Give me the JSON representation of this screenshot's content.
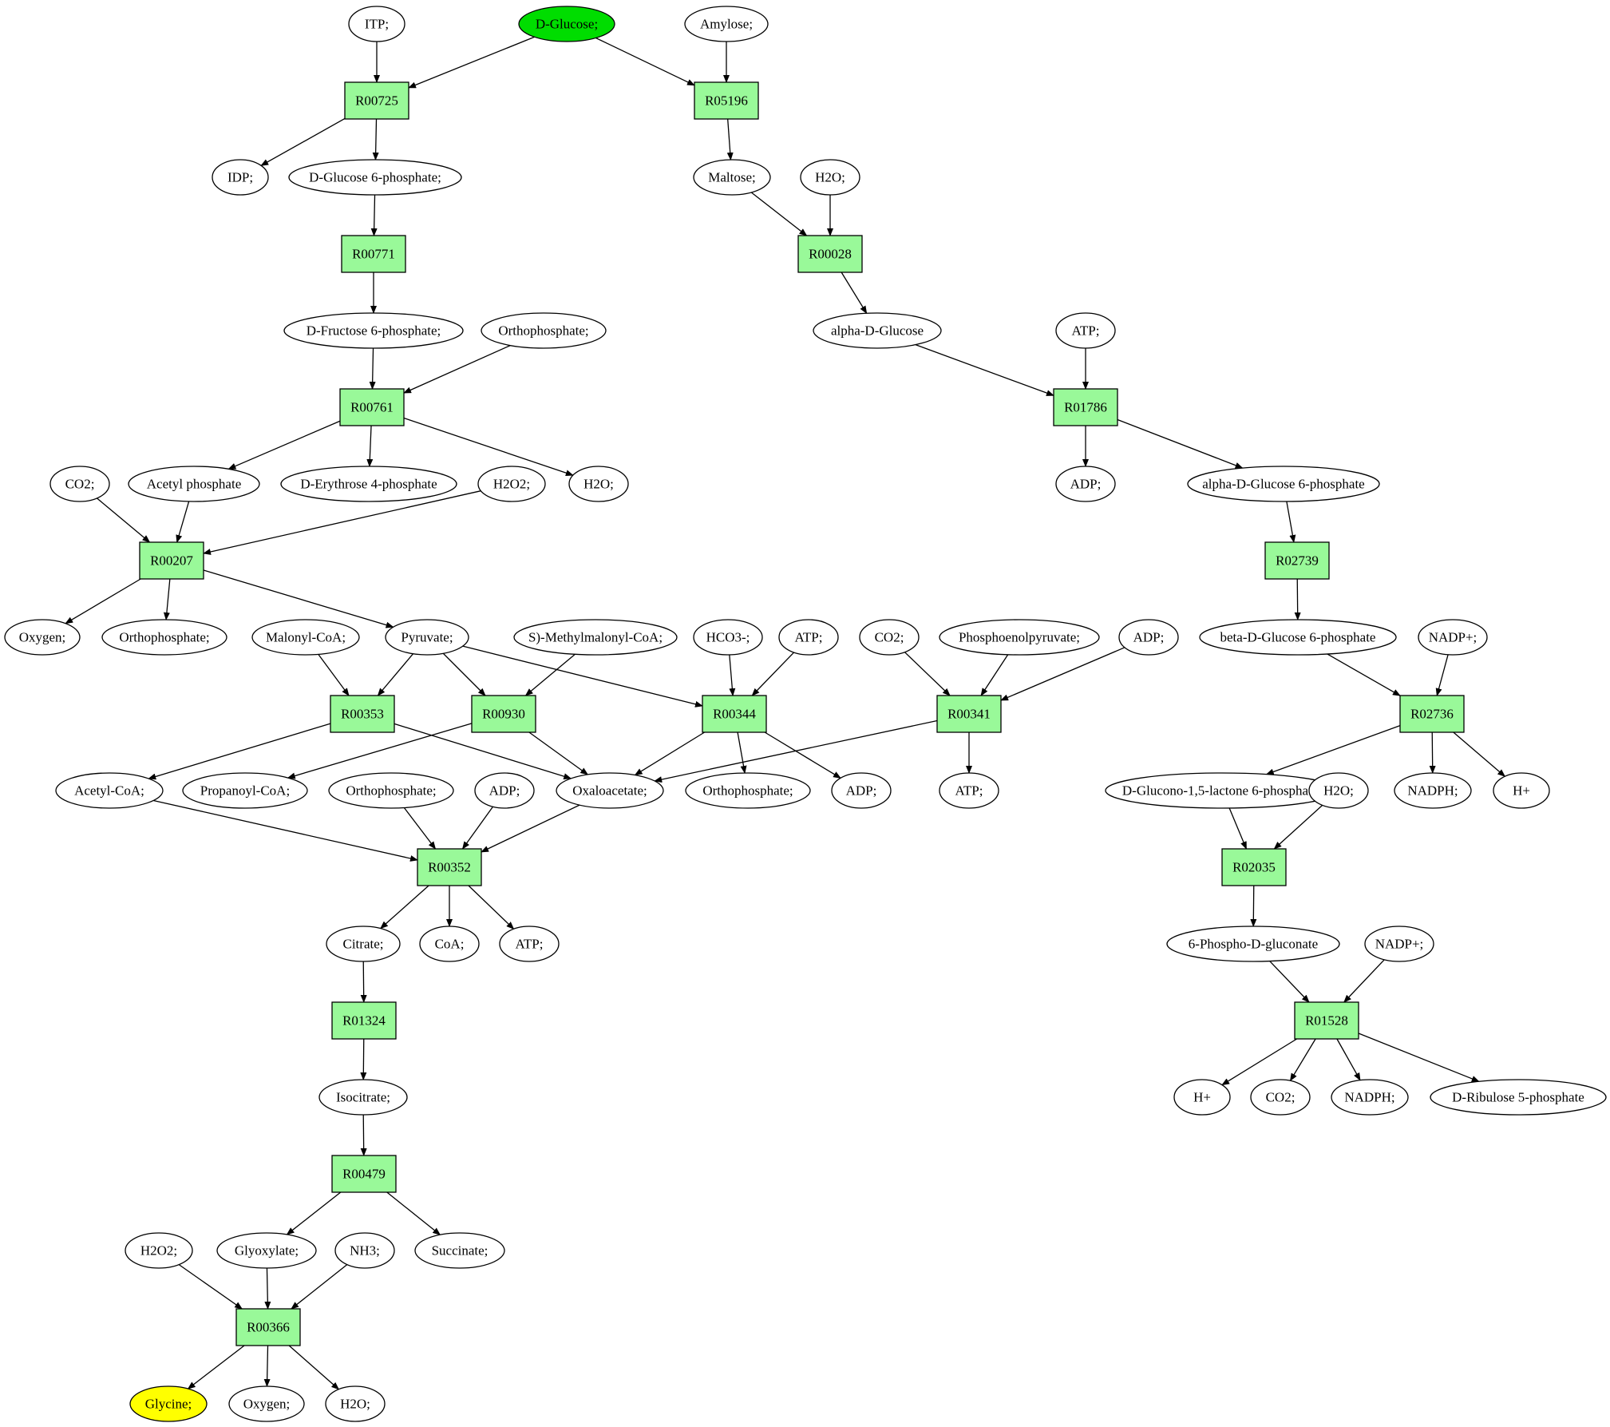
{
  "colors": {
    "start": "#00dd00",
    "target": "#ffff00",
    "reaction": "#99f999",
    "compound": "#ffffff",
    "stroke": "#000000"
  },
  "nodes": [
    {
      "id": "itp",
      "label": "ITP;",
      "kind": "compound"
    },
    {
      "id": "dglucose",
      "label": "D-Glucose;",
      "kind": "start"
    },
    {
      "id": "amylose",
      "label": "Amylose;",
      "kind": "compound"
    },
    {
      "id": "r00725",
      "label": "R00725",
      "kind": "reaction"
    },
    {
      "id": "r05196",
      "label": "R05196",
      "kind": "reaction"
    },
    {
      "id": "idp",
      "label": "IDP;",
      "kind": "compound"
    },
    {
      "id": "g6p",
      "label": "D-Glucose 6-phosphate;",
      "kind": "compound"
    },
    {
      "id": "maltose",
      "label": "Maltose;",
      "kind": "compound"
    },
    {
      "id": "h2o_a",
      "label": "H2O;",
      "kind": "compound"
    },
    {
      "id": "r00771",
      "label": "R00771",
      "kind": "reaction"
    },
    {
      "id": "r00028",
      "label": "R00028",
      "kind": "reaction"
    },
    {
      "id": "f6p",
      "label": "D-Fructose 6-phosphate;",
      "kind": "compound"
    },
    {
      "id": "orthop_a",
      "label": "Orthophosphate;",
      "kind": "compound"
    },
    {
      "id": "adglucose",
      "label": "alpha-D-Glucose",
      "kind": "compound"
    },
    {
      "id": "atp_a",
      "label": "ATP;",
      "kind": "compound"
    },
    {
      "id": "r00761",
      "label": "R00761",
      "kind": "reaction"
    },
    {
      "id": "r01786",
      "label": "R01786",
      "kind": "reaction"
    },
    {
      "id": "co2_a",
      "label": "CO2;",
      "kind": "compound"
    },
    {
      "id": "acetylp",
      "label": "Acetyl phosphate",
      "kind": "compound"
    },
    {
      "id": "e4p",
      "label": "D-Erythrose 4-phosphate",
      "kind": "compound"
    },
    {
      "id": "h2o2_a",
      "label": "H2O2;",
      "kind": "compound"
    },
    {
      "id": "h2o_b",
      "label": "H2O;",
      "kind": "compound"
    },
    {
      "id": "adp_a",
      "label": "ADP;",
      "kind": "compound"
    },
    {
      "id": "ag6p",
      "label": "alpha-D-Glucose 6-phosphate",
      "kind": "compound"
    },
    {
      "id": "r00207",
      "label": "R00207",
      "kind": "reaction"
    },
    {
      "id": "r02739",
      "label": "R02739",
      "kind": "reaction"
    },
    {
      "id": "oxygen_a",
      "label": "Oxygen;",
      "kind": "compound"
    },
    {
      "id": "orthop_b",
      "label": "Orthophosphate;",
      "kind": "compound"
    },
    {
      "id": "malonylcoa",
      "label": "Malonyl-CoA;",
      "kind": "compound"
    },
    {
      "id": "pyruvate",
      "label": "Pyruvate;",
      "kind": "compound"
    },
    {
      "id": "smethyl",
      "label": "S)-Methylmalonyl-CoA;",
      "kind": "compound"
    },
    {
      "id": "hco3",
      "label": "HCO3-;",
      "kind": "compound"
    },
    {
      "id": "atp_b",
      "label": "ATP;",
      "kind": "compound"
    },
    {
      "id": "co2_b",
      "label": "CO2;",
      "kind": "compound"
    },
    {
      "id": "pep",
      "label": "Phosphoenolpyruvate;",
      "kind": "compound"
    },
    {
      "id": "adp_b",
      "label": "ADP;",
      "kind": "compound"
    },
    {
      "id": "bg6p",
      "label": "beta-D-Glucose 6-phosphate",
      "kind": "compound"
    },
    {
      "id": "nadp_a",
      "label": "NADP+;",
      "kind": "compound"
    },
    {
      "id": "r00353",
      "label": "R00353",
      "kind": "reaction"
    },
    {
      "id": "r00930",
      "label": "R00930",
      "kind": "reaction"
    },
    {
      "id": "r00344",
      "label": "R00344",
      "kind": "reaction"
    },
    {
      "id": "r00341",
      "label": "R00341",
      "kind": "reaction"
    },
    {
      "id": "r02736",
      "label": "R02736",
      "kind": "reaction"
    },
    {
      "id": "acetylcoa",
      "label": "Acetyl-CoA;",
      "kind": "compound"
    },
    {
      "id": "propcoa",
      "label": "Propanoyl-CoA;",
      "kind": "compound"
    },
    {
      "id": "orthop_c",
      "label": "Orthophosphate;",
      "kind": "compound"
    },
    {
      "id": "adp_c",
      "label": "ADP;",
      "kind": "compound"
    },
    {
      "id": "oaa",
      "label": "Oxaloacetate;",
      "kind": "compound"
    },
    {
      "id": "orthop_d",
      "label": "Orthophosphate;",
      "kind": "compound"
    },
    {
      "id": "adp_d",
      "label": "ADP;",
      "kind": "compound"
    },
    {
      "id": "atp_c",
      "label": "ATP;",
      "kind": "compound"
    },
    {
      "id": "glucono",
      "label": "D-Glucono-1,5-lactone 6-phosphate;",
      "kind": "compound"
    },
    {
      "id": "h2o_c",
      "label": "H2O;",
      "kind": "compound"
    },
    {
      "id": "nadph_a",
      "label": "NADPH;",
      "kind": "compound"
    },
    {
      "id": "hplus_a",
      "label": "H+",
      "kind": "compound"
    },
    {
      "id": "r00352",
      "label": "R00352",
      "kind": "reaction"
    },
    {
      "id": "r02035",
      "label": "R02035",
      "kind": "reaction"
    },
    {
      "id": "citrate",
      "label": "Citrate;",
      "kind": "compound"
    },
    {
      "id": "coa",
      "label": "CoA;",
      "kind": "compound"
    },
    {
      "id": "atp_d",
      "label": "ATP;",
      "kind": "compound"
    },
    {
      "id": "pgluconate",
      "label": "6-Phospho-D-gluconate",
      "kind": "compound"
    },
    {
      "id": "nadp_b",
      "label": "NADP+;",
      "kind": "compound"
    },
    {
      "id": "r01324",
      "label": "R01324",
      "kind": "reaction"
    },
    {
      "id": "r01528",
      "label": "R01528",
      "kind": "reaction"
    },
    {
      "id": "isocitrate",
      "label": "Isocitrate;",
      "kind": "compound"
    },
    {
      "id": "hplus_b",
      "label": "H+",
      "kind": "compound"
    },
    {
      "id": "co2_c",
      "label": "CO2;",
      "kind": "compound"
    },
    {
      "id": "nadph_b",
      "label": "NADPH;",
      "kind": "compound"
    },
    {
      "id": "ribulose",
      "label": "D-Ribulose 5-phosphate",
      "kind": "compound"
    },
    {
      "id": "r00479",
      "label": "R00479",
      "kind": "reaction"
    },
    {
      "id": "h2o2_b",
      "label": "H2O2;",
      "kind": "compound"
    },
    {
      "id": "glyoxylate",
      "label": "Glyoxylate;",
      "kind": "compound"
    },
    {
      "id": "nh3",
      "label": "NH3;",
      "kind": "compound"
    },
    {
      "id": "succinate",
      "label": "Succinate;",
      "kind": "compound"
    },
    {
      "id": "r00366",
      "label": "R00366",
      "kind": "reaction"
    },
    {
      "id": "glycine",
      "label": "Glycine;",
      "kind": "target"
    },
    {
      "id": "oxygen_b",
      "label": "Oxygen;",
      "kind": "compound"
    },
    {
      "id": "h2o_d",
      "label": "H2O;",
      "kind": "compound"
    }
  ],
  "edges": [
    [
      "itp",
      "r00725"
    ],
    [
      "dglucose",
      "r00725"
    ],
    [
      "dglucose",
      "r05196"
    ],
    [
      "amylose",
      "r05196"
    ],
    [
      "r00725",
      "idp"
    ],
    [
      "r00725",
      "g6p"
    ],
    [
      "r05196",
      "maltose"
    ],
    [
      "g6p",
      "r00771"
    ],
    [
      "maltose",
      "r00028"
    ],
    [
      "h2o_a",
      "r00028"
    ],
    [
      "r00771",
      "f6p"
    ],
    [
      "r00028",
      "adglucose"
    ],
    [
      "f6p",
      "r00761"
    ],
    [
      "orthop_a",
      "r00761"
    ],
    [
      "adglucose",
      "r01786"
    ],
    [
      "atp_a",
      "r01786"
    ],
    [
      "r00761",
      "acetylp"
    ],
    [
      "r00761",
      "e4p"
    ],
    [
      "r00761",
      "h2o_b"
    ],
    [
      "r01786",
      "adp_a"
    ],
    [
      "r01786",
      "ag6p"
    ],
    [
      "co2_a",
      "r00207"
    ],
    [
      "acetylp",
      "r00207"
    ],
    [
      "h2o2_a",
      "r00207"
    ],
    [
      "ag6p",
      "r02739"
    ],
    [
      "r00207",
      "oxygen_a"
    ],
    [
      "r00207",
      "orthop_b"
    ],
    [
      "r00207",
      "pyruvate"
    ],
    [
      "r02739",
      "bg6p"
    ],
    [
      "malonylcoa",
      "r00353"
    ],
    [
      "pyruvate",
      "r00353"
    ],
    [
      "pyruvate",
      "r00930"
    ],
    [
      "pyruvate",
      "r00344"
    ],
    [
      "smethyl",
      "r00930"
    ],
    [
      "hco3",
      "r00344"
    ],
    [
      "atp_b",
      "r00344"
    ],
    [
      "co2_b",
      "r00341"
    ],
    [
      "pep",
      "r00341"
    ],
    [
      "adp_b",
      "r00341"
    ],
    [
      "bg6p",
      "r02736"
    ],
    [
      "nadp_a",
      "r02736"
    ],
    [
      "r00353",
      "acetylcoa"
    ],
    [
      "r00353",
      "oaa"
    ],
    [
      "r00930",
      "propcoa"
    ],
    [
      "r00930",
      "oaa"
    ],
    [
      "r00344",
      "oaa"
    ],
    [
      "r00344",
      "orthop_d"
    ],
    [
      "r00344",
      "adp_d"
    ],
    [
      "r00341",
      "oaa"
    ],
    [
      "r00341",
      "atp_c"
    ],
    [
      "r02736",
      "glucono"
    ],
    [
      "r02736",
      "nadph_a"
    ],
    [
      "r02736",
      "hplus_a"
    ],
    [
      "acetylcoa",
      "r00352"
    ],
    [
      "orthop_c",
      "r00352"
    ],
    [
      "adp_c",
      "r00352"
    ],
    [
      "oaa",
      "r00352"
    ],
    [
      "glucono",
      "r02035"
    ],
    [
      "h2o_c",
      "r02035"
    ],
    [
      "r00352",
      "citrate"
    ],
    [
      "r00352",
      "coa"
    ],
    [
      "r00352",
      "atp_d"
    ],
    [
      "r02035",
      "pgluconate"
    ],
    [
      "citrate",
      "r01324"
    ],
    [
      "pgluconate",
      "r01528"
    ],
    [
      "nadp_b",
      "r01528"
    ],
    [
      "r01324",
      "isocitrate"
    ],
    [
      "r01528",
      "hplus_b"
    ],
    [
      "r01528",
      "co2_c"
    ],
    [
      "r01528",
      "nadph_b"
    ],
    [
      "r01528",
      "ribulose"
    ],
    [
      "isocitrate",
      "r00479"
    ],
    [
      "r00479",
      "glyoxylate"
    ],
    [
      "r00479",
      "succinate"
    ],
    [
      "h2o2_b",
      "r00366"
    ],
    [
      "glyoxylate",
      "r00366"
    ],
    [
      "nh3",
      "r00366"
    ],
    [
      "r00366",
      "glycine"
    ],
    [
      "r00366",
      "oxygen_b"
    ],
    [
      "r00366",
      "h2o_d"
    ]
  ]
}
